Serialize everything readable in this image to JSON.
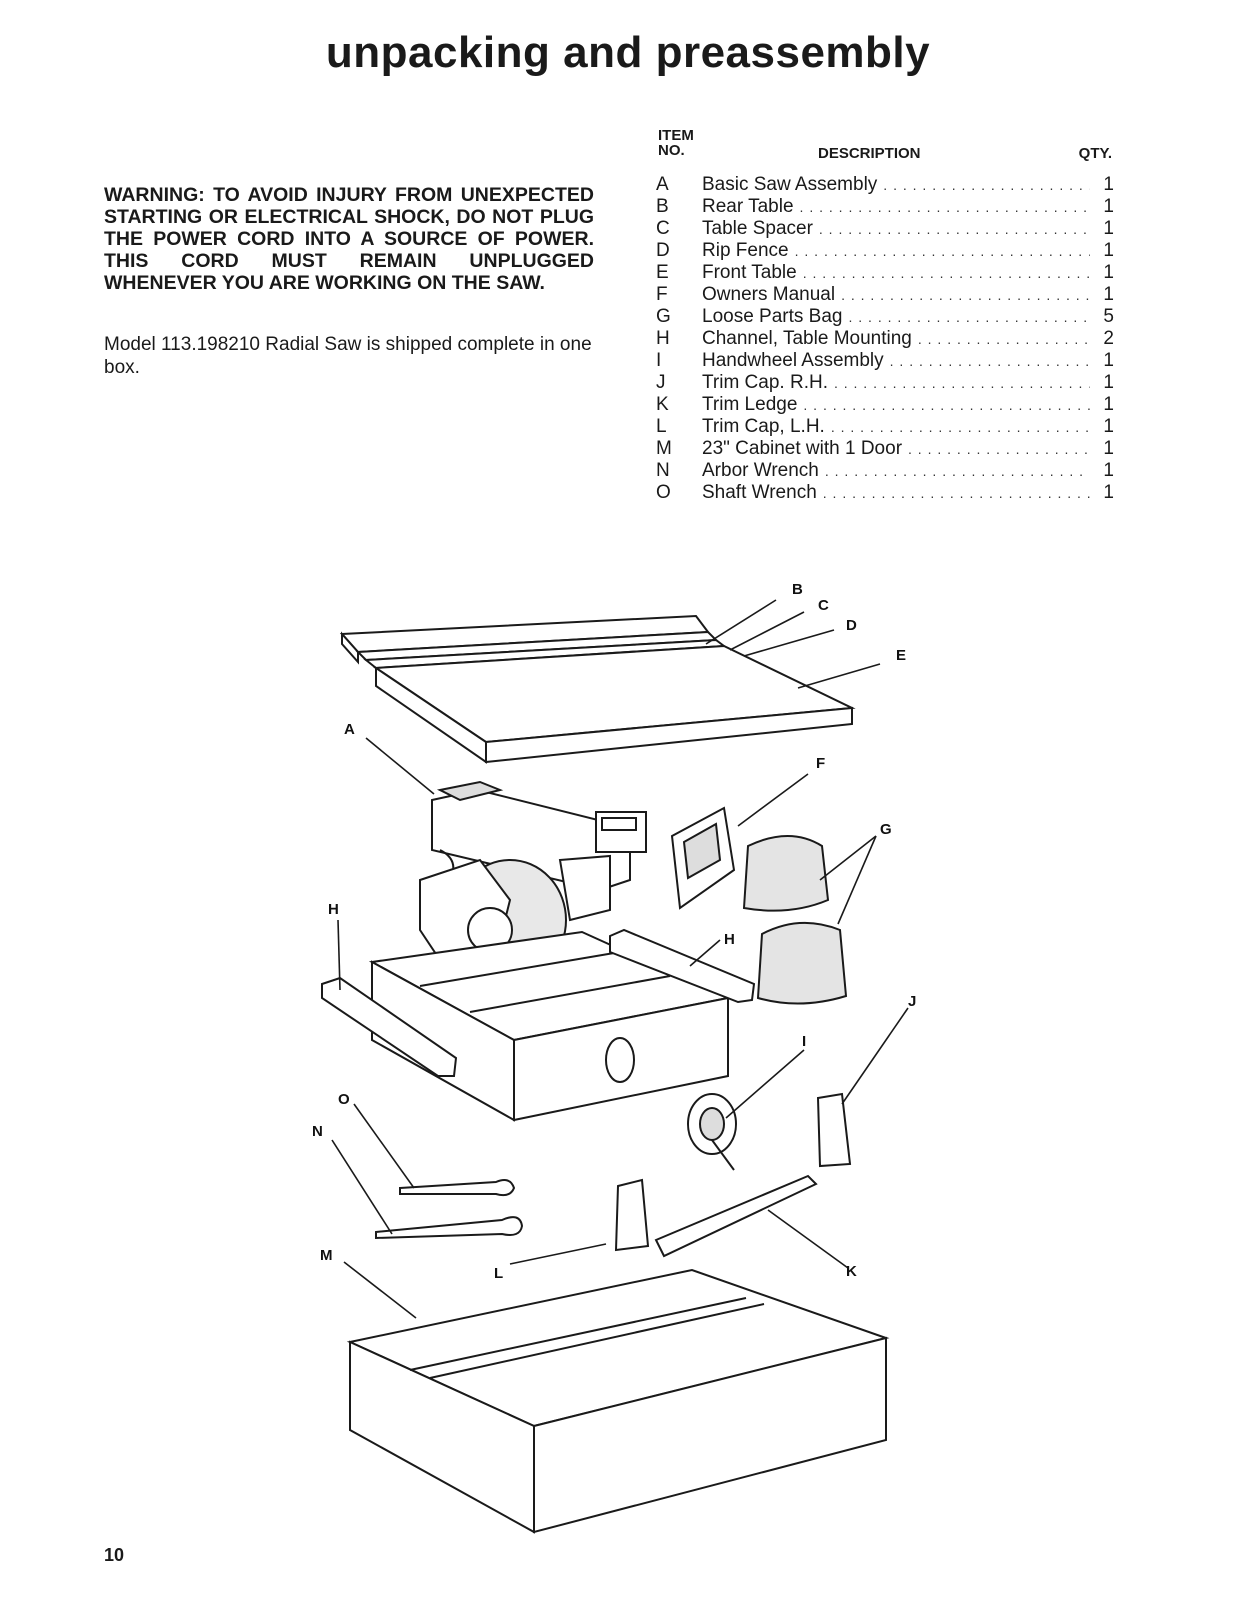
{
  "title": "unpacking and preassembly",
  "warning": "WARNING: TO AVOID INJURY FROM UNEXPECTED STARTING OR ELECTRICAL SHOCK, DO NOT PLUG THE POWER CORD INTO A SOURCE OF POWER. THIS CORD MUST REMAIN UNPLUGGED WHENEVER YOU ARE WORKING ON THE SAW.",
  "intro": "Model 113.198210 Radial Saw is shipped complete in one box.",
  "parts_table": {
    "header_item": "ITEM NO.",
    "header_description": "DESCRIPTION",
    "header_qty": "QTY.",
    "rows": [
      {
        "no": "A",
        "desc": "Basic Saw Assembly",
        "qty": "1"
      },
      {
        "no": "B",
        "desc": "Rear Table",
        "qty": "1"
      },
      {
        "no": "C",
        "desc": "Table Spacer",
        "qty": "1"
      },
      {
        "no": "D",
        "desc": "Rip Fence",
        "qty": "1"
      },
      {
        "no": "E",
        "desc": "Front Table",
        "qty": "1"
      },
      {
        "no": "F",
        "desc": "Owners Manual",
        "qty": "1"
      },
      {
        "no": "G",
        "desc": "Loose Parts Bag",
        "qty": "5"
      },
      {
        "no": "H",
        "desc": "Channel, Table Mounting",
        "qty": "2"
      },
      {
        "no": "I",
        "desc": "Handwheel Assembly",
        "qty": "1"
      },
      {
        "no": "J",
        "desc": "Trim Cap. R.H.",
        "qty": "1"
      },
      {
        "no": "K",
        "desc": "Trim Ledge",
        "qty": "1"
      },
      {
        "no": "L",
        "desc": "Trim Cap, L.H.",
        "qty": "1"
      },
      {
        "no": "M",
        "desc": "23\" Cabinet with 1 Door",
        "qty": "1"
      },
      {
        "no": "N",
        "desc": "Arbor Wrench",
        "qty": "1"
      },
      {
        "no": "O",
        "desc": "Shaft Wrench",
        "qty": "1"
      }
    ]
  },
  "diagram_labels": {
    "A": "A",
    "B": "B",
    "C": "C",
    "D": "D",
    "E": "E",
    "F": "F",
    "G": "G",
    "H1": "H",
    "H2": "H",
    "I": "I",
    "J": "J",
    "K": "K",
    "L": "L",
    "M": "M",
    "N": "N",
    "O": "O"
  },
  "page_number": "10"
}
